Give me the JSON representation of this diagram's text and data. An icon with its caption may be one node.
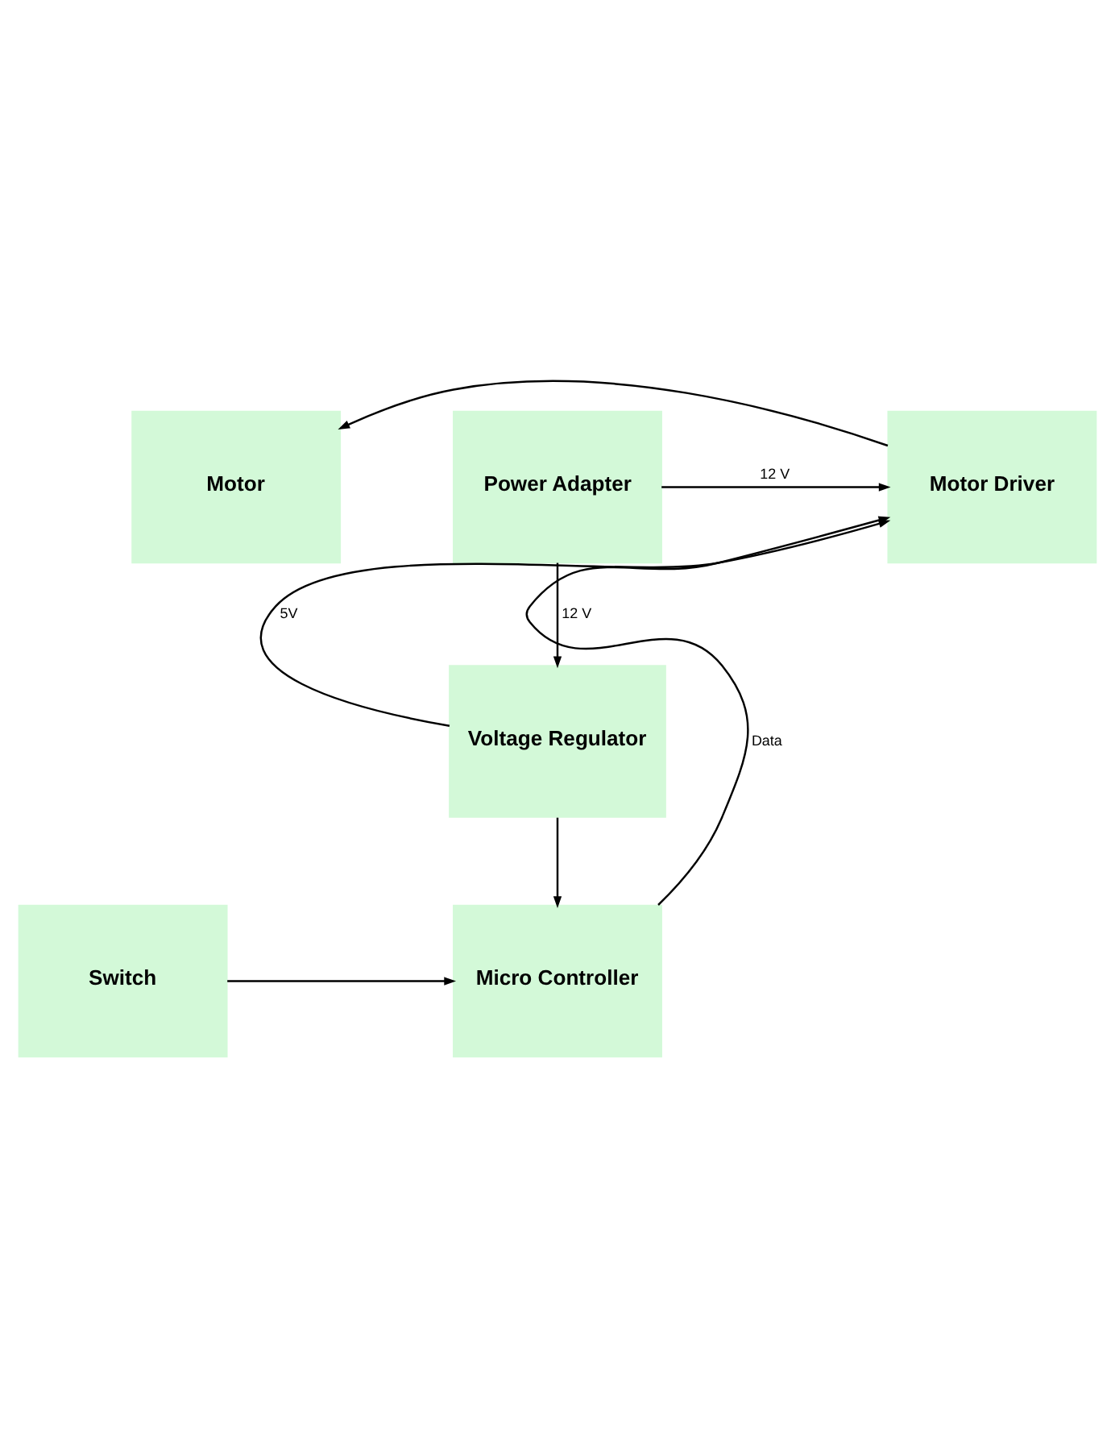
{
  "diagram": {
    "nodes": [
      {
        "text": [
          "Motor"
        ]
      },
      {
        "text": [
          "Power Adapter"
        ]
      },
      {
        "text": [
          "Motor Driver"
        ]
      },
      {
        "text": [
          "Voltage Regulator"
        ]
      },
      {
        "text": [
          "Switch"
        ]
      },
      {
        "text": [
          "Micro Controller"
        ]
      }
    ],
    "edges": [
      {
        "from": 2,
        "to": 0,
        "arrow": "to"
      },
      {
        "from": 1,
        "to": 2,
        "arrow": "to",
        "label": "12 V"
      },
      {
        "from": 1,
        "to": 3,
        "arrow": "to",
        "label": "12 V"
      },
      {
        "from": 3,
        "to": 2,
        "arrow": "to",
        "label": "5V"
      },
      {
        "from": 3,
        "to": 5,
        "arrow": "to"
      },
      {
        "from": 4,
        "to": 5,
        "arrow": "to"
      },
      {
        "from": 5,
        "to": 2,
        "arrow": "to",
        "label": "Data"
      }
    ]
  }
}
